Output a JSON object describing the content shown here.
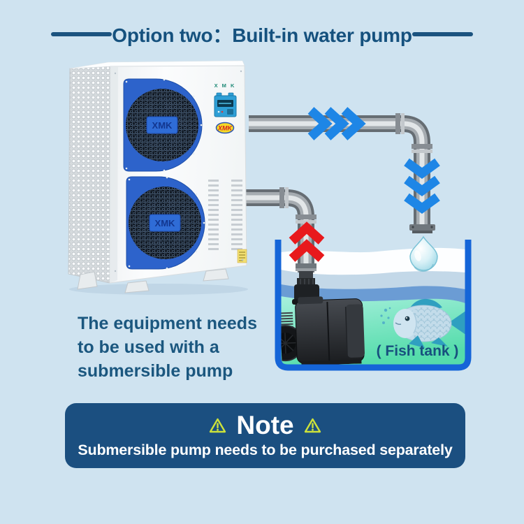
{
  "header": {
    "title": "Option two：Built-in water pump"
  },
  "unit": {
    "brand_text": "X M K",
    "fan_label": "XMK",
    "logo_text": "XMK"
  },
  "equipment_note": {
    "lines": [
      "The equipment needs",
      "to be used with a",
      "submersible pump"
    ]
  },
  "tank": {
    "label": "( Fish tank )"
  },
  "note": {
    "title": "Note",
    "body": "Submersible pump needs to be purchased separately",
    "warning_icon": "⚠"
  },
  "icons": {
    "warning": "triangle-exclamation",
    "flow_right": "chevrons-right",
    "flow_down": "chevrons-down",
    "flow_up": "chevrons-up",
    "water_drop": "droplet",
    "fish": "fish"
  },
  "colors": {
    "background": "#cfe3f0",
    "title_text": "#15517e",
    "rule_color": "#1b537f",
    "body_text": "#1b577f",
    "note_bg": "#1b4f80",
    "note_text": "#ffffff",
    "warning_accent": "#cde23a",
    "tank_border": "#1565d8",
    "flow_blue": "#1e86e6",
    "flow_red": "#e8191c",
    "fan_blue": "#2d63cb",
    "fish_teal": "#2f9fc0",
    "fish_body": "#c3dcea",
    "label_text": "#17507e",
    "brand_teal": "#1f8a77",
    "controller_blue": "#2e9fd6",
    "logo_yellow": "#f5d925",
    "logo_red": "#d62020",
    "wave_pale": "#c3d8e8",
    "wave_blue": "#6b9cd4",
    "pipe_dark": "#666d73",
    "pipe_mid": "#a6acb1",
    "pipe_light": "#e2e6e8",
    "pump_dark": "#1e2124",
    "sticker_yellow": "#f2df70"
  }
}
